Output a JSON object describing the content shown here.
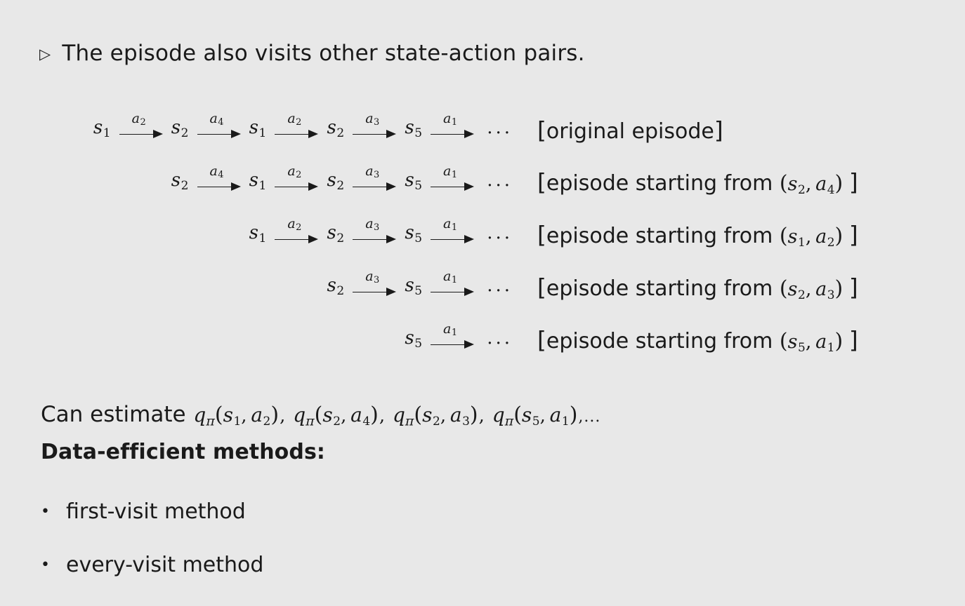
{
  "slide": {
    "background_color": "#e8e8e8",
    "text_color": "#1a1a1a",
    "intro": {
      "marker": "▷",
      "marker_name": "triangle-right-marker",
      "text": "The episode also visits other state-action pairs."
    },
    "chains": [
      {
        "id": "original-episode",
        "states": [
          "s1",
          "s2",
          "s1",
          "s2",
          "s5"
        ],
        "actions": [
          "a2",
          "a4",
          "a2",
          "a3",
          "a1"
        ],
        "trailing": "...",
        "label": "[original episode]",
        "label_plain": "original episode",
        "start_pair": null
      },
      {
        "id": "episode-from-s2-a4",
        "states": [
          "s2",
          "s1",
          "s2",
          "s5"
        ],
        "actions": [
          "a4",
          "a2",
          "a3",
          "a1"
        ],
        "trailing": "...",
        "label": "[episode starting from (s2, a4)]",
        "label_plain": "episode starting from",
        "start_pair": [
          "s2",
          "a4"
        ]
      },
      {
        "id": "episode-from-s1-a2",
        "states": [
          "s1",
          "s2",
          "s5"
        ],
        "actions": [
          "a2",
          "a3",
          "a1"
        ],
        "trailing": "...",
        "label": "[episode starting from (s1, a2)]",
        "label_plain": "episode starting from",
        "start_pair": [
          "s1",
          "a2"
        ]
      },
      {
        "id": "episode-from-s2-a3",
        "states": [
          "s2",
          "s5"
        ],
        "actions": [
          "a3",
          "a1"
        ],
        "trailing": "...",
        "label": "[episode starting from (s2, a3)]",
        "label_plain": "episode starting from",
        "start_pair": [
          "s2",
          "a3"
        ]
      },
      {
        "id": "episode-from-s5-a1",
        "states": [
          "s5"
        ],
        "actions": [
          "a1"
        ],
        "trailing": "...",
        "label": "[episode starting from (s5, a1)]",
        "label_plain": "episode starting from",
        "start_pair": [
          "s5",
          "a1"
        ]
      }
    ],
    "estimate": {
      "prefix": "Can estimate",
      "terms": [
        {
          "state": "s1",
          "action": "a2"
        },
        {
          "state": "s2",
          "action": "a4"
        },
        {
          "state": "s2",
          "action": "a3"
        },
        {
          "state": "s5",
          "action": "a1"
        }
      ],
      "q_symbol": "q",
      "q_subscript": "π",
      "tail": ",..."
    },
    "section_heading": "Data-efficient methods:",
    "bullets": [
      {
        "marker": "•",
        "label": "first-visit method"
      },
      {
        "marker": "•",
        "label": "every-visit method"
      }
    ]
  }
}
